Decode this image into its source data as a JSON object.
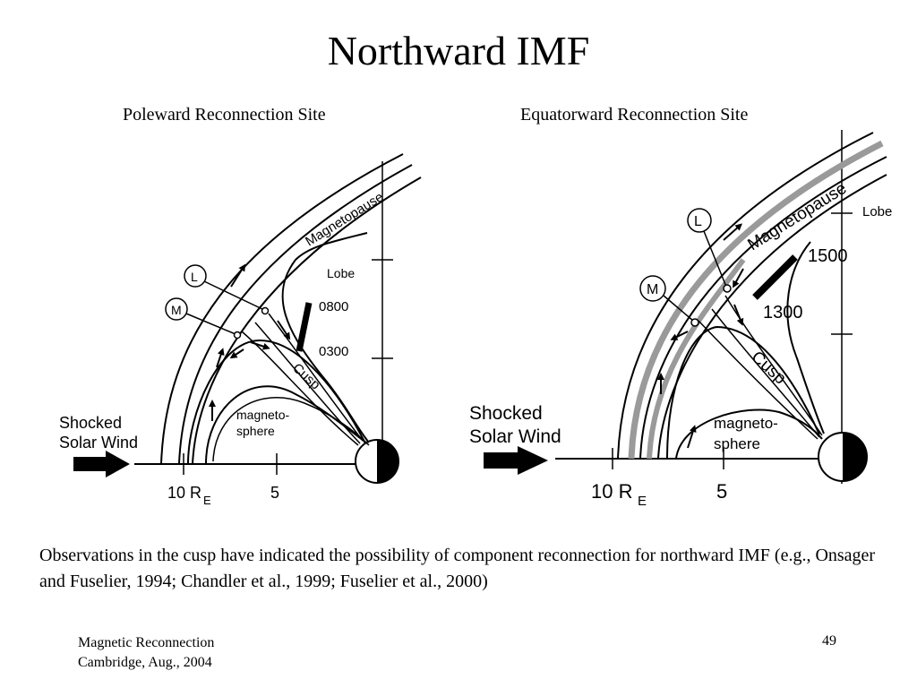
{
  "slide": {
    "title": "Northward IMF",
    "caption": "Observations in the cusp have indicated the possibility of component reconnection for northward IMF (e.g., Onsager and Fuselier, 1994; Chandler et al., 1999; Fuselier et al., 2000)",
    "footer": {
      "line1": "Magnetic Reconnection",
      "line2": "Cambridge, Aug., 2004",
      "page": "49"
    }
  },
  "left_panel": {
    "subtitle": "Poleward Reconnection Site",
    "magnetopause": "Magnetopause",
    "lobe": "Lobe",
    "cusp": "Cusp",
    "magnetosphere_1": "magneto-",
    "magnetosphere_2": "sphere",
    "shocked_1": "Shocked",
    "shocked_2": "Solar Wind",
    "marker_l": "L",
    "marker_m": "M",
    "time_1": "0800",
    "time_2": "0300",
    "tick_10": "10 R",
    "tick_10_sub": "E",
    "tick_5": "5"
  },
  "right_panel": {
    "subtitle": "Equatorward Reconnection Site",
    "magnetopause": "Magnetopause",
    "lobe": "Lobe",
    "cusp": "Cusp",
    "magnetosphere_1": "magneto-",
    "magnetosphere_2": "sphere",
    "shocked_1": "Shocked",
    "shocked_2": "Solar Wind",
    "marker_l": "L",
    "marker_m": "M",
    "time_1": "1500",
    "time_2": "1300",
    "tick_10": "10 R",
    "tick_10_sub": "E",
    "tick_5": "5"
  }
}
